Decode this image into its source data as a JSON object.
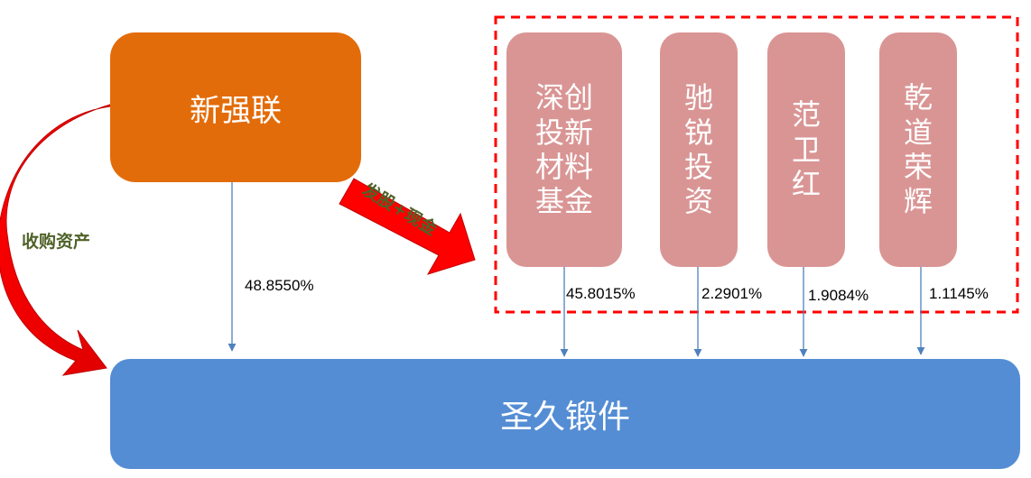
{
  "top_entity": "新强联",
  "bottom_entity": "圣久锻件",
  "investors": [
    {
      "name": "深创投新材料基金",
      "pct": "45.8015%"
    },
    {
      "name": "驰锐投资",
      "pct": "2.2901%"
    },
    {
      "name": "范卫红",
      "pct": "1.9084%"
    },
    {
      "name": "乾道荣辉",
      "pct": "1.1145%"
    }
  ],
  "top_entity_pct": "48.8550%",
  "arrow_labels": {
    "acquire": "收购资产",
    "issue": "发股+现金"
  },
  "colors": {
    "top_entity": "#e36c0a",
    "bottom_entity": "#548dd4",
    "investor_box": "#d99594",
    "dashed_border": "#ff0000",
    "big_arrow": "#ff0000",
    "connector": "#4f81bd",
    "arrow_label": "#4f6228"
  }
}
